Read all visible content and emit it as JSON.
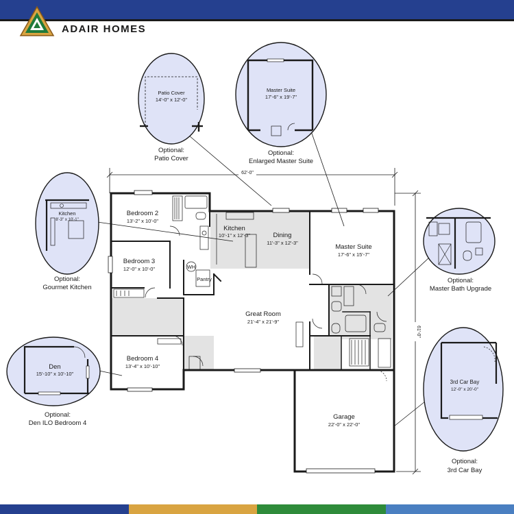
{
  "brand": {
    "name": "ADAIR HOMES",
    "colors": {
      "top_bar": "#25408f",
      "logo_green": "#1f7a3a",
      "logo_gold": "#d9a441",
      "bubble_fill": "#dfe3f7",
      "tile_gray": "#e3e3e3"
    },
    "bottom_stripe_colors": [
      "#25408f",
      "#d9a441",
      "#2e8b3a",
      "#4a7fc1"
    ]
  },
  "overall_dimensions": {
    "width": "62'-0\"",
    "depth": "61'-0\""
  },
  "rooms": {
    "bedroom2": {
      "name": "Bedroom 2",
      "size": "13'-2\" x 10'-0\""
    },
    "bedroom3": {
      "name": "Bedroom 3",
      "size": "12'-0\" x 10'-0\""
    },
    "bedroom4": {
      "name": "Bedroom 4",
      "size": "13'-4\" x 10'-10\""
    },
    "kitchen": {
      "name": "Kitchen",
      "size": "10'-1\" x 12'-3\""
    },
    "dining": {
      "name": "Dining",
      "size": "11'-3\" x 12'-3\""
    },
    "great_room": {
      "name": "Great Room",
      "size": "21'-4\" x 21'-9\""
    },
    "master_suite": {
      "name": "Master Suite",
      "size": "17'-6\" x 15'-7\""
    },
    "garage": {
      "name": "Garage",
      "size": "22'-0\" x 22'-0\""
    },
    "pantry": {
      "name": "Pantry"
    },
    "water_heater": {
      "name": "WH"
    }
  },
  "options": {
    "patio_cover": {
      "line1": "Optional:",
      "line2": "Patio Cover",
      "room": "Patio Cover",
      "size": "14'-0\" x 12'-0\""
    },
    "master_suite": {
      "line1": "Optional:",
      "line2": "Enlarged Master Suite",
      "room": "Master Suite",
      "size": "17'-6\" x 19'-7\""
    },
    "gourmet_kitchen": {
      "line1": "Optional:",
      "line2": "Gourmet Kitchen",
      "room": "Kitchen",
      "size": "8'-3\" x 10'-1\""
    },
    "master_bath": {
      "line1": "Optional:",
      "line2": "Master Bath Upgrade"
    },
    "den": {
      "line1": "Optional:",
      "line2": "Den ILO Bedroom 4",
      "room": "Den",
      "size": "15'-10\" x 10'-10\""
    },
    "third_car_bay": {
      "line1": "Optional:",
      "line2": "3rd Car Bay",
      "room": "3rd Car Bay",
      "size": "12'-0\" x 20'-0\""
    }
  }
}
